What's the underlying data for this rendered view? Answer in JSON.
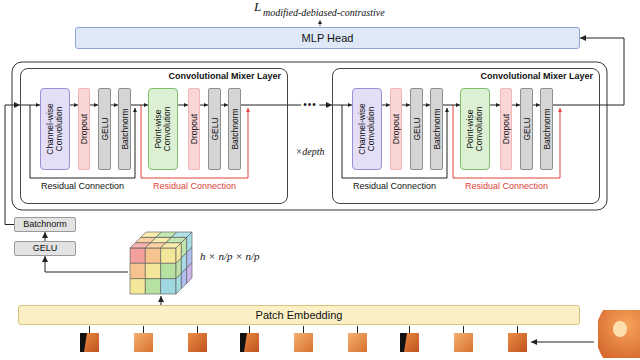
{
  "diagram": {
    "nodes": [
      {
        "text": [
          "MLP Head"
        ]
      },
      {
        "text": [
          "Convolutional Mixer Layer"
        ]
      },
      {
        "text": [
          "Channel-wise Convolution"
        ],
        "in": 1
      },
      {
        "text": [
          "Dropout"
        ],
        "in": 1
      },
      {
        "text": [
          "GELU"
        ],
        "in": 1
      },
      {
        "text": [
          "Batchnorm"
        ],
        "in": 1
      },
      {
        "text": [
          "Point-wise Convolution"
        ],
        "in": 1
      },
      {
        "text": [
          "Dropout"
        ],
        "in": 1
      },
      {
        "text": [
          "GELU"
        ],
        "in": 1
      },
      {
        "text": [
          "Batchnorm"
        ],
        "in": 1
      },
      {
        "text": [
          "Convolutional Mixer Layer"
        ]
      },
      {
        "text": [
          "Channel-wise Convolution"
        ],
        "in": 10
      },
      {
        "text": [
          "Dropout"
        ],
        "in": 10
      },
      {
        "text": [
          "GELU"
        ],
        "in": 10
      },
      {
        "text": [
          "Batchnorm"
        ],
        "in": 10
      },
      {
        "text": [
          "Point-wise Convolution"
        ],
        "in": 10
      },
      {
        "text": [
          "Dropout"
        ],
        "in": 10
      },
      {
        "text": [
          "GELU"
        ],
        "in": 10
      },
      {
        "text": [
          "Batchnorm"
        ],
        "in": 10
      },
      {
        "text": [
          "Batchnorm"
        ]
      },
      {
        "text": [
          "GELU"
        ]
      },
      {
        "text": [
          "h × n/p × n/p"
        ]
      },
      {
        "text": [
          "Patch Embedding"
        ]
      }
    ],
    "edges": [
      {
        "from": 2,
        "to": 3,
        "arrow": "to"
      },
      {
        "from": 3,
        "to": 4,
        "arrow": "to"
      },
      {
        "from": 4,
        "to": 5,
        "arrow": "to"
      },
      {
        "from": 5,
        "to": 6,
        "arrow": "to"
      },
      {
        "from": 6,
        "to": 7,
        "arrow": "to"
      },
      {
        "from": 7,
        "to": 8,
        "arrow": "to"
      },
      {
        "from": 8,
        "to": 9,
        "arrow": "to"
      },
      {
        "from": 11,
        "to": 12,
        "arrow": "to"
      },
      {
        "from": 12,
        "to": 13,
        "arrow": "to"
      },
      {
        "from": 13,
        "to": 14,
        "arrow": "to"
      },
      {
        "from": 14,
        "to": 15,
        "arrow": "to"
      },
      {
        "from": 15,
        "to": 16,
        "arrow": "to"
      },
      {
        "from": 16,
        "to": 17,
        "arrow": "to"
      },
      {
        "from": 17,
        "to": 18,
        "arrow": "to"
      },
      {
        "from": 1,
        "to": 10,
        "arrow": "to"
      },
      {
        "from": 10,
        "to": 0,
        "arrow": "to"
      },
      {
        "from": 19,
        "to": 1,
        "arrow": "to"
      },
      {
        "from": 20,
        "to": 19,
        "arrow": "to"
      },
      {
        "from": 21,
        "to": 20,
        "arrow": "to"
      },
      {
        "from": 22,
        "to": 21,
        "arrow": "to"
      }
    ],
    "labels": [
      "L",
      "modified-debiased-contrastive",
      "Residual Connection",
      "Residual Connection",
      "•••",
      "×depth",
      "Residual Connection",
      "Residual Connection"
    ]
  }
}
